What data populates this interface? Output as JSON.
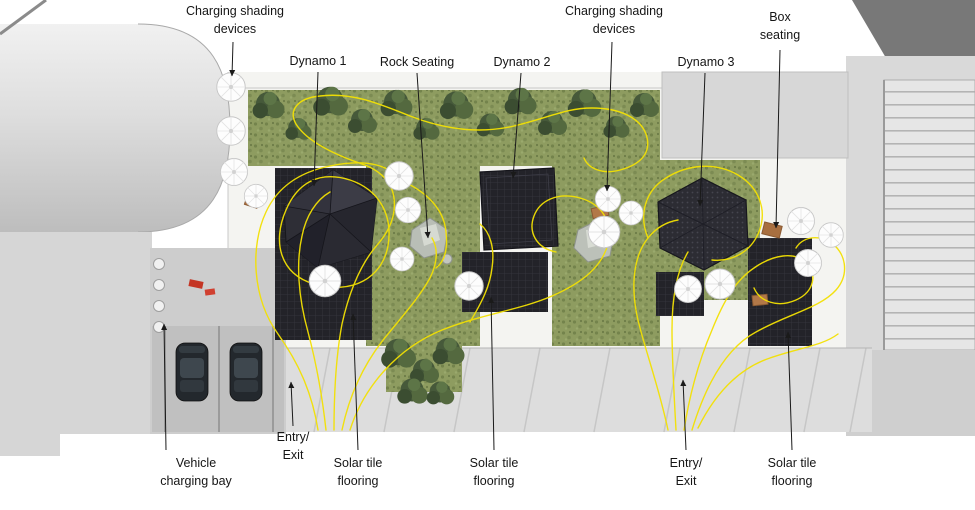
{
  "annotations": {
    "charging_shading_left": "Charging shading\ndevices",
    "dynamo_1": "Dynamo 1",
    "rock_seating": "Rock Seating",
    "dynamo_2": "Dynamo 2",
    "charging_shading_right": "Charging shading\ndevices",
    "dynamo_3": "Dynamo 3",
    "box_seating": "Box\nseating",
    "vehicle_charging_bay": "Vehicle\ncharging bay",
    "entry_exit_left": "Entry/\nExit",
    "solar_tile_flooring_1": "Solar tile\nflooring",
    "solar_tile_flooring_2": "Solar tile\nflooring",
    "entry_exit_right": "Entry/\nExit",
    "solar_tile_flooring_3": "Solar tile\nflooring"
  },
  "colors": {
    "flow_lines": "#f3e103",
    "vegetation": "#8e9c60",
    "solar_tiles": "#232329",
    "shading_device": "#fdfdfd",
    "seating_wood": "#b27848",
    "building_grey": "#d6d6d6",
    "background": "#ffffff"
  }
}
